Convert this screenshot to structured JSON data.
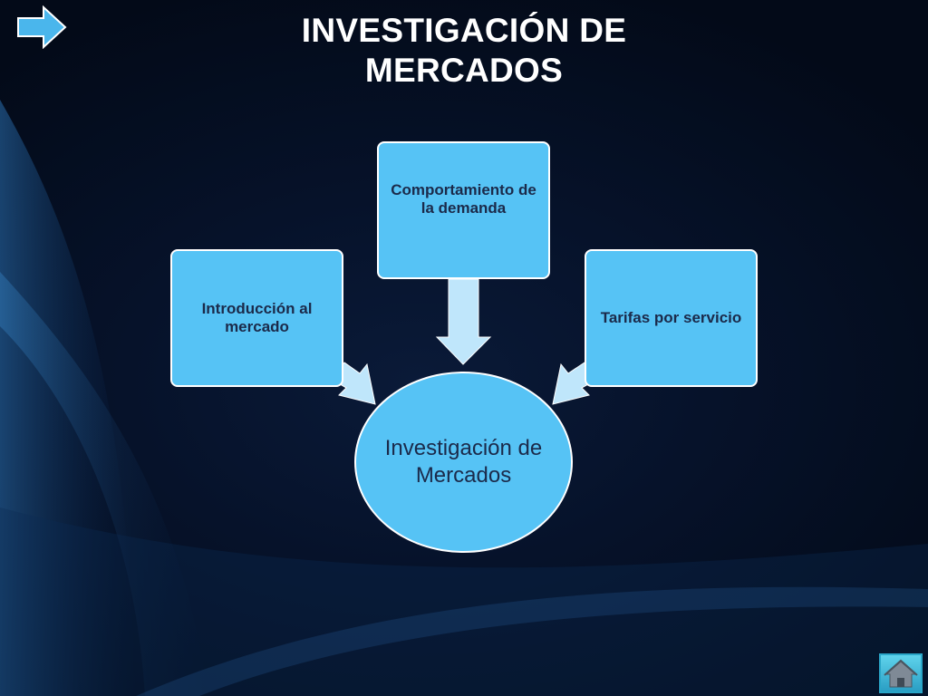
{
  "slide": {
    "title": "INVESTIGACIÓN DE MERCADOS",
    "background_color": "#06122a",
    "accent_color": "#56c3f5"
  },
  "navigation": {
    "next_icon": "arrow-right-icon",
    "home_icon": "home-icon"
  },
  "diagram": {
    "center": {
      "label": "Investigación de Mercados"
    },
    "nodes": [
      {
        "label": "Introducción al mercado"
      },
      {
        "label": "Comportamiento de la demanda"
      },
      {
        "label": "Tarifas por servicio"
      }
    ]
  }
}
